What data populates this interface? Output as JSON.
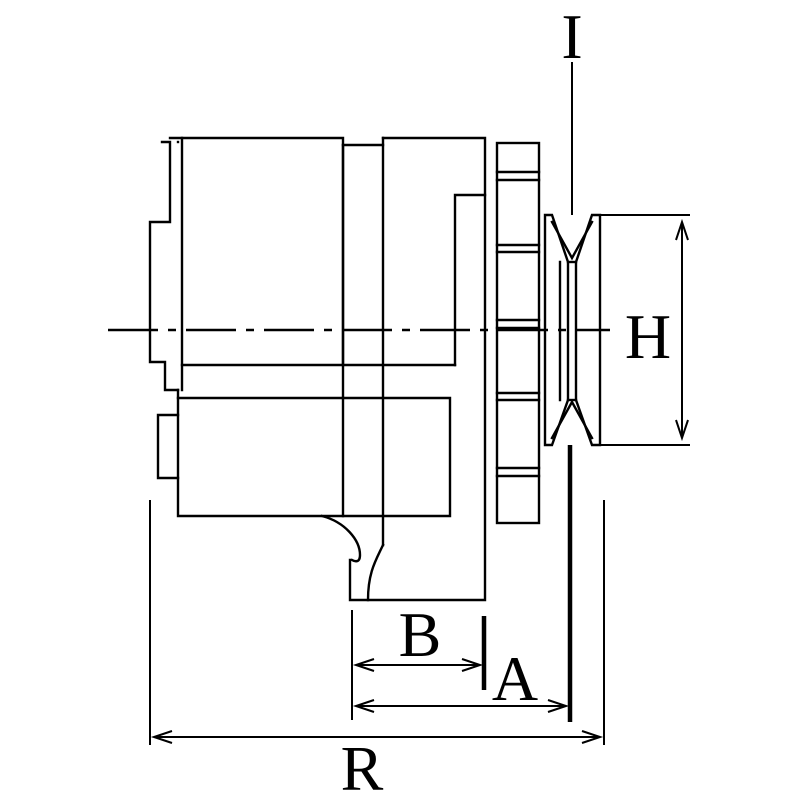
{
  "labels": {
    "I": "I",
    "H": "H",
    "B": "B",
    "A": "A",
    "R": "R"
  }
}
